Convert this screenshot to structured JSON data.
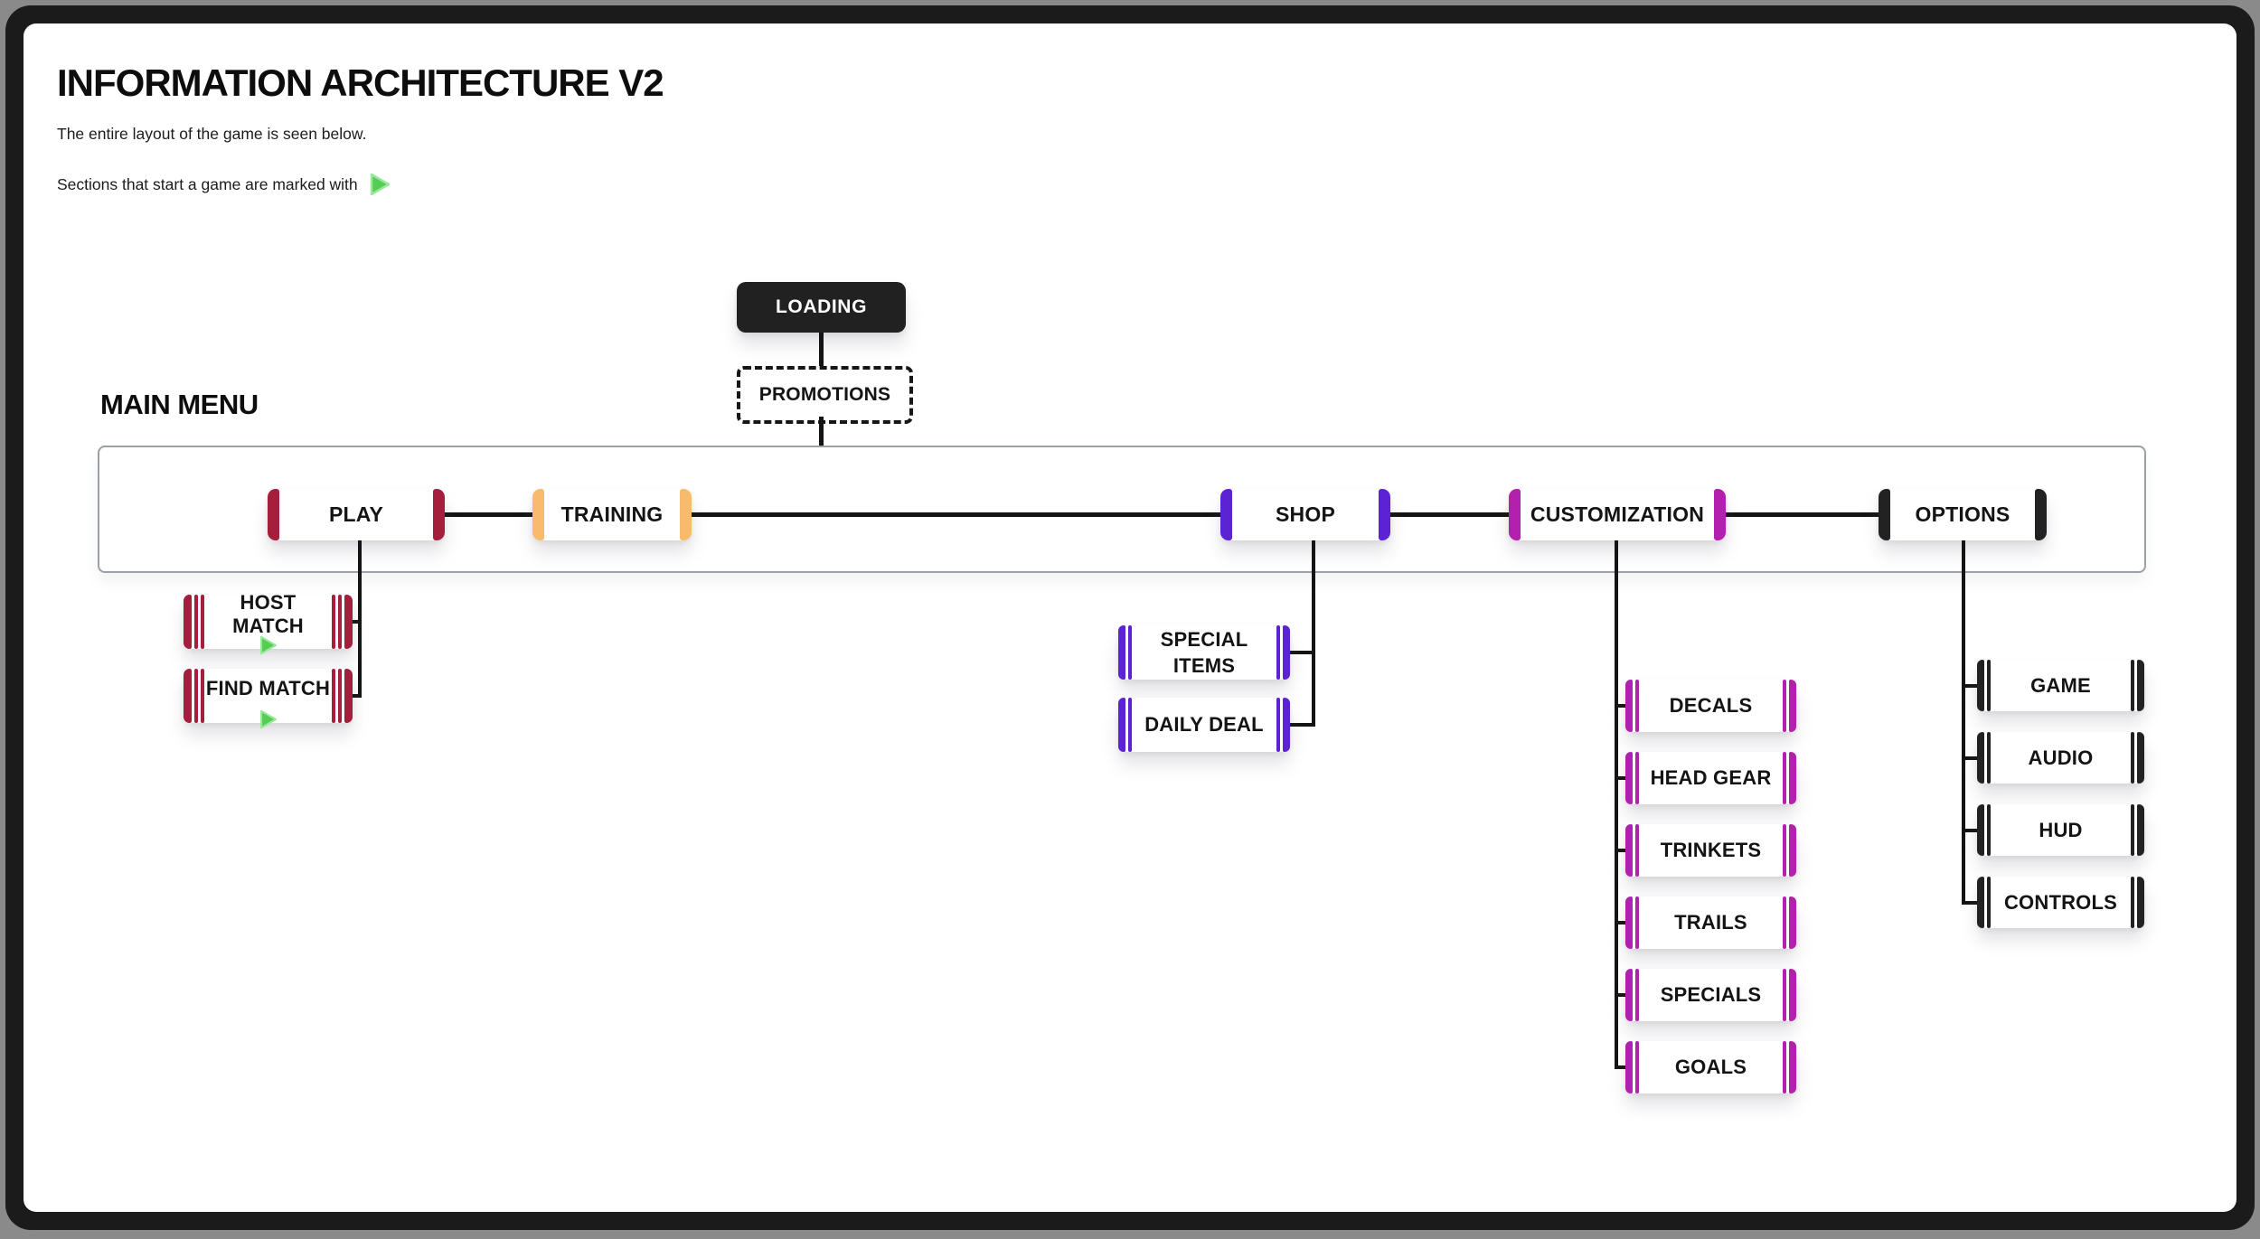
{
  "header": {
    "title": "INFORMATION ARCHITECTURE V2",
    "line1": "The entire layout of the game is seen below.",
    "line2": "Sections that start a game are marked with",
    "legend_icon": "green-play-triangle"
  },
  "colors": {
    "frame": "#1b1b1b",
    "line": "#141414",
    "loading_bg": "#212121",
    "play": "#a51f3c",
    "training": "#f8bb6b",
    "shop": "#5b23d3",
    "customization": "#b320ae",
    "options": "#222222",
    "start_green": "#53cd53",
    "start_green_border": "#9ae89a"
  },
  "diagram": {
    "loading": {
      "label": "LOADING"
    },
    "promotions": {
      "label": "PROMOTIONS"
    },
    "main_menu_label": "MAIN MENU",
    "main": [
      {
        "label": "PLAY"
      },
      {
        "label": "TRAINING"
      },
      {
        "label": "SHOP"
      },
      {
        "label": "CUSTOMIZATION"
      },
      {
        "label": "OPTIONS"
      }
    ],
    "play_children": [
      {
        "label": "HOST MATCH",
        "starts_game": true
      },
      {
        "label": "FIND MATCH",
        "starts_game": true
      }
    ],
    "shop_children": [
      {
        "label": "SPECIAL ITEMS"
      },
      {
        "label": "DAILY DEAL"
      }
    ],
    "customization_children": [
      {
        "label": "DECALS"
      },
      {
        "label": "HEAD GEAR"
      },
      {
        "label": "TRINKETS"
      },
      {
        "label": "TRAILS"
      },
      {
        "label": "SPECIALS"
      },
      {
        "label": "GOALS"
      }
    ],
    "options_children": [
      {
        "label": "GAME"
      },
      {
        "label": "AUDIO"
      },
      {
        "label": "HUD"
      },
      {
        "label": "CONTROLS"
      }
    ]
  }
}
